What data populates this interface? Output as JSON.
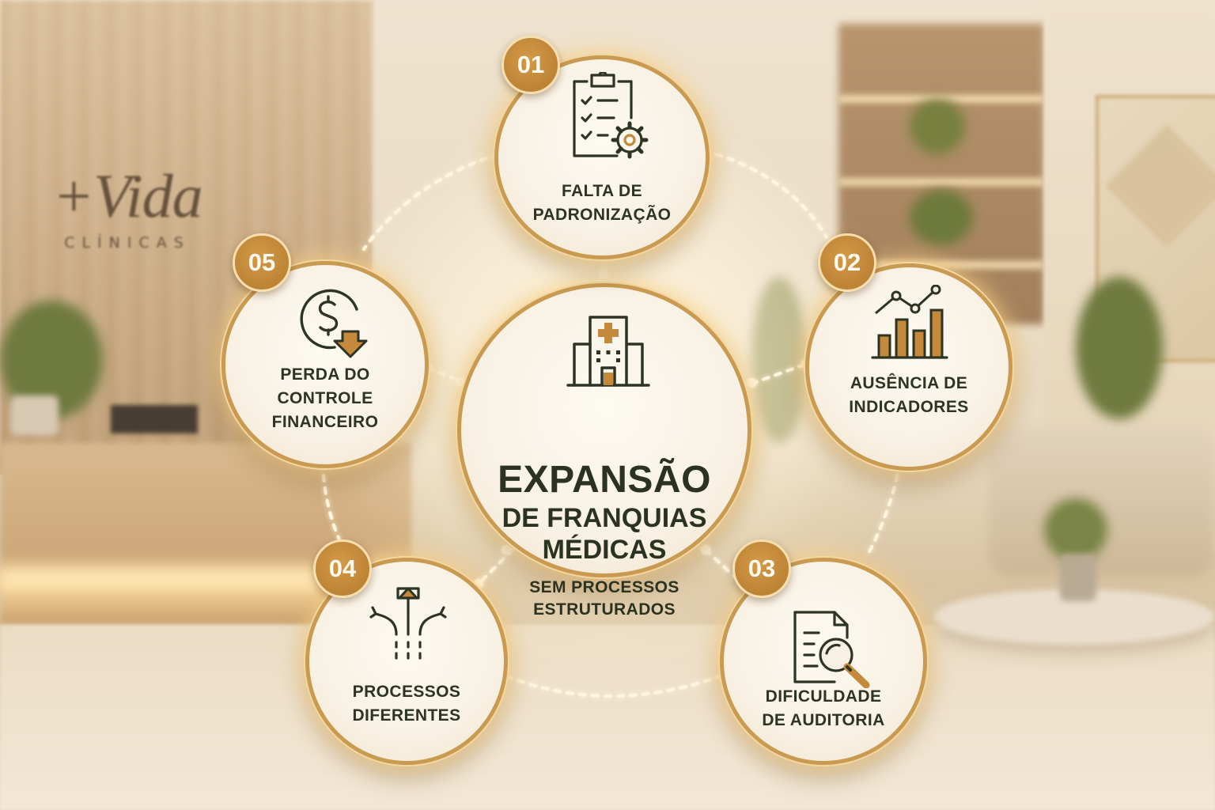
{
  "background": {
    "logo_main": "+Vida",
    "logo_sub": "CLÍNICAS"
  },
  "center": {
    "title": "EXPANSÃO",
    "subtitle_line1": "DE FRANQUIAS",
    "subtitle_line2": "MÉDICAS",
    "caption_line1": "SEM PROCESSOS",
    "caption_line2": "ESTRUTURADOS",
    "icon": "hospital-building-icon"
  },
  "nodes": [
    {
      "number": "01",
      "line1": "FALTA DE",
      "line2": "PADRONIZAÇÃO",
      "icon": "clipboard-checklist-gear-icon"
    },
    {
      "number": "02",
      "line1": "AUSÊNCIA DE",
      "line2": "INDICADORES",
      "icon": "bar-line-chart-icon"
    },
    {
      "number": "03",
      "line1": "DIFICULDADE",
      "line2": "DE AUDITORIA",
      "icon": "document-magnifier-icon"
    },
    {
      "number": "04",
      "line1": "PROCESSOS",
      "line2": "DIFERENTES",
      "icon": "diverging-arrows-icon"
    },
    {
      "number": "05",
      "line1": "PERDA DO",
      "line2": "CONTROLE",
      "line3": "FINANCEIRO",
      "icon": "dollar-down-arrow-icon"
    }
  ],
  "colors": {
    "accent_gold": "#c4893a",
    "ring_gold": "#c99a52",
    "text_dark_green": "#2d3422",
    "node_fill": "#f8f1e3"
  }
}
